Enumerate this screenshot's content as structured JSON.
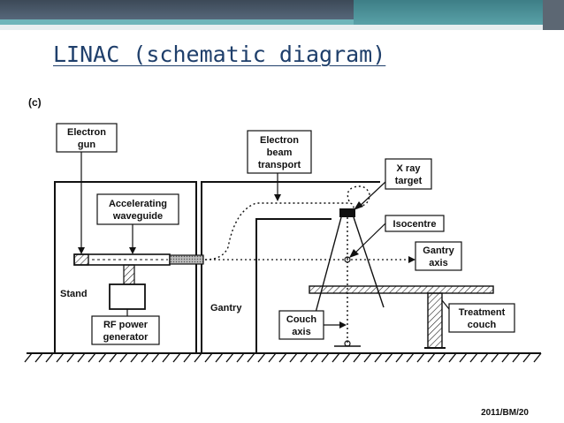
{
  "slide": {
    "title": "LINAC (schematic diagram)",
    "panel_label": "(c)",
    "footnote": "2011/BM/20"
  },
  "diagram": {
    "labels": {
      "electron_gun": [
        "Electron",
        "gun"
      ],
      "accelerating_waveguide": [
        "Accelerating",
        "waveguide"
      ],
      "stand": "Stand",
      "rf_power_generator": [
        "RF power",
        "generator"
      ],
      "gantry": "Gantry",
      "electron_beam_transport": [
        "Electron",
        "beam",
        "transport"
      ],
      "xray_target": [
        "X ray",
        "target"
      ],
      "isocentre": "Isocentre",
      "gantry_axis": [
        "Gantry",
        "axis"
      ],
      "couch_axis": [
        "Couch",
        "axis"
      ],
      "treatment_couch": [
        "Treatment",
        "couch"
      ]
    }
  },
  "colors": {
    "title": "#1f3f6b",
    "header_teal": "#5aa1a8",
    "header_slate": "#4a5a6a"
  }
}
